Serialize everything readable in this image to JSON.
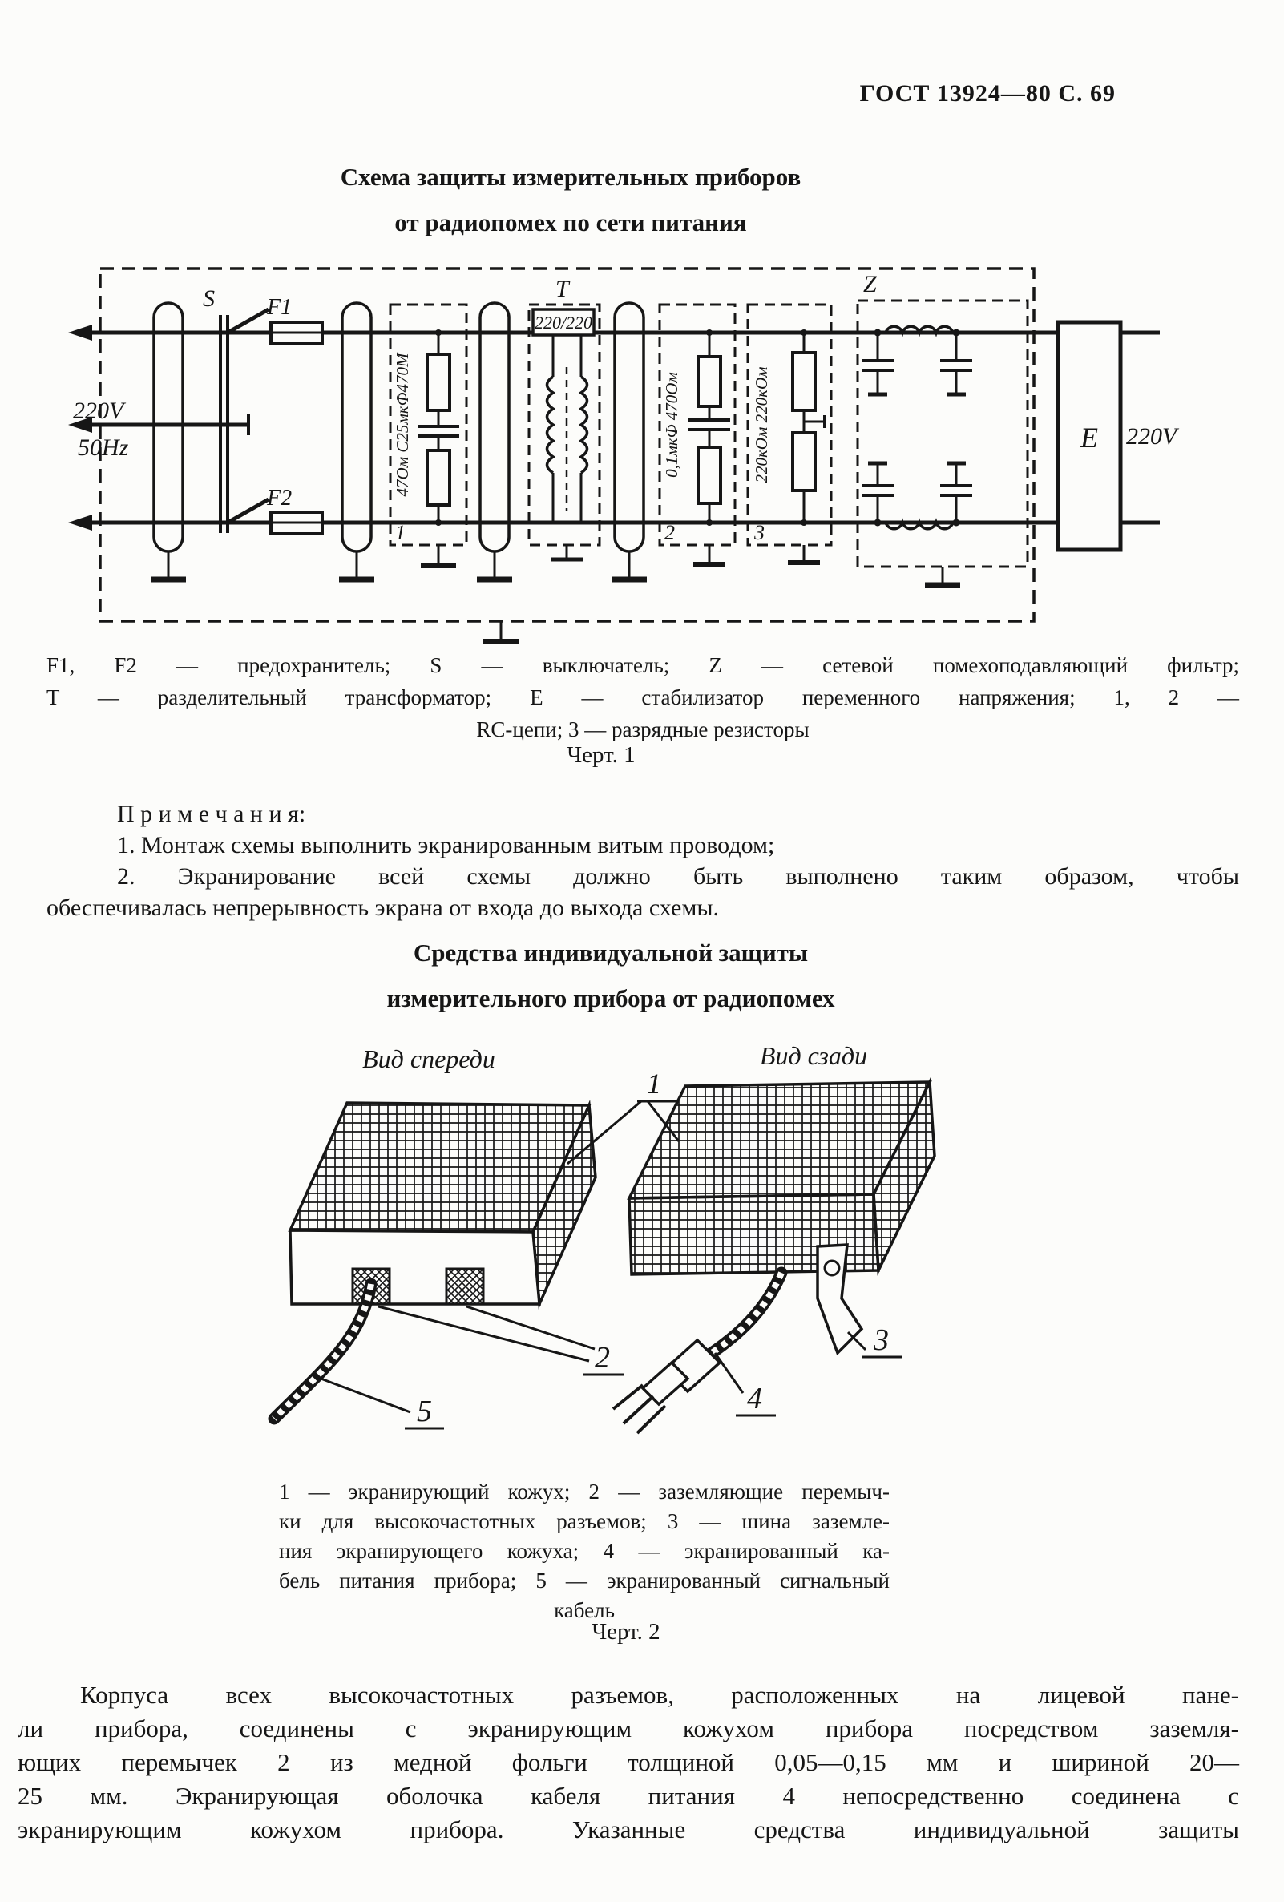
{
  "page": {
    "header": "ГОСТ 13924—80 С. 69"
  },
  "fig1": {
    "title_line1": "Схема защиты измерительных приборов",
    "title_line2": "от радиопомех по сети питания",
    "labels": {
      "input_voltage": "220V",
      "input_freq": "50Hz",
      "switch": "S",
      "fuse1": "F1",
      "fuse2": "F2",
      "transformer": "T",
      "ratio": "220/220",
      "filter": "Z",
      "stabilizer": "E",
      "output_voltage": "220V",
      "block1_num": "1",
      "block2_num": "2",
      "block3_num": "3",
      "block1_values": "47Ом С25мкФ470М",
      "block2_values": "0,1мкФ 470Ом",
      "block3_values": "220кОм 220кОм"
    },
    "legend_line1": "F1, F2 — предохранитель;  S — выключатель;  Z — сетевой  помехоподавляющий  фильтр;",
    "legend_line2": "T — разделительный  трансформатор;  E — стабилизатор  переменного  напряжения;  1,  2 —",
    "legend_line3": "RC-цепи; 3 — разрядные резисторы",
    "caption": "Черт. 1"
  },
  "notes": {
    "heading": "П р и м е ч а н и я:",
    "item1": "1. Монтаж схемы выполнить экранированным витым проводом;",
    "item2_line1": "2. Экранирование всей схемы должно быть выполнено таким образом, чтобы",
    "item2_line2": "обеспечивалась непрерывность экрана от входа до выхода схемы."
  },
  "fig2": {
    "title_line1": "Средства индивидуальной защиты",
    "title_line2": "измерительного прибора от радиопомех",
    "view_front": "Вид спереди",
    "view_back": "Вид сзади",
    "callouts": {
      "c1": "1",
      "c2": "2",
      "c3": "3",
      "c4": "4",
      "c5": "5"
    },
    "legend_line1": "1 — экранирующий кожух; 2 — заземляющие перемыч-",
    "legend_line2": "ки для высокочастотных разъемов; 3 — шина заземле-",
    "legend_line3": "ния экранирующего кожуха; 4 — экранированный ка-",
    "legend_line4": "бель питания прибора; 5 — экранированный сигнальный",
    "legend_line5": "кабель",
    "caption": "Черт. 2"
  },
  "body": {
    "para_line1": "Корпуса всех высокочастотных разъемов, расположенных на лицевой пане-",
    "para_line2": "ли прибора, соединены с экранирующим кожухом прибора посредством заземля-",
    "para_line3": "ющих перемычек 2 из медной фольги толщиной 0,05—0,15 мм и шириной 20—",
    "para_line4": "25 мм. Экранирующая оболочка кабеля питания 4 непосредственно соединена с",
    "para_line5": "экранирующим кожухом прибора. Указанные средства индивидуальной защиты"
  }
}
